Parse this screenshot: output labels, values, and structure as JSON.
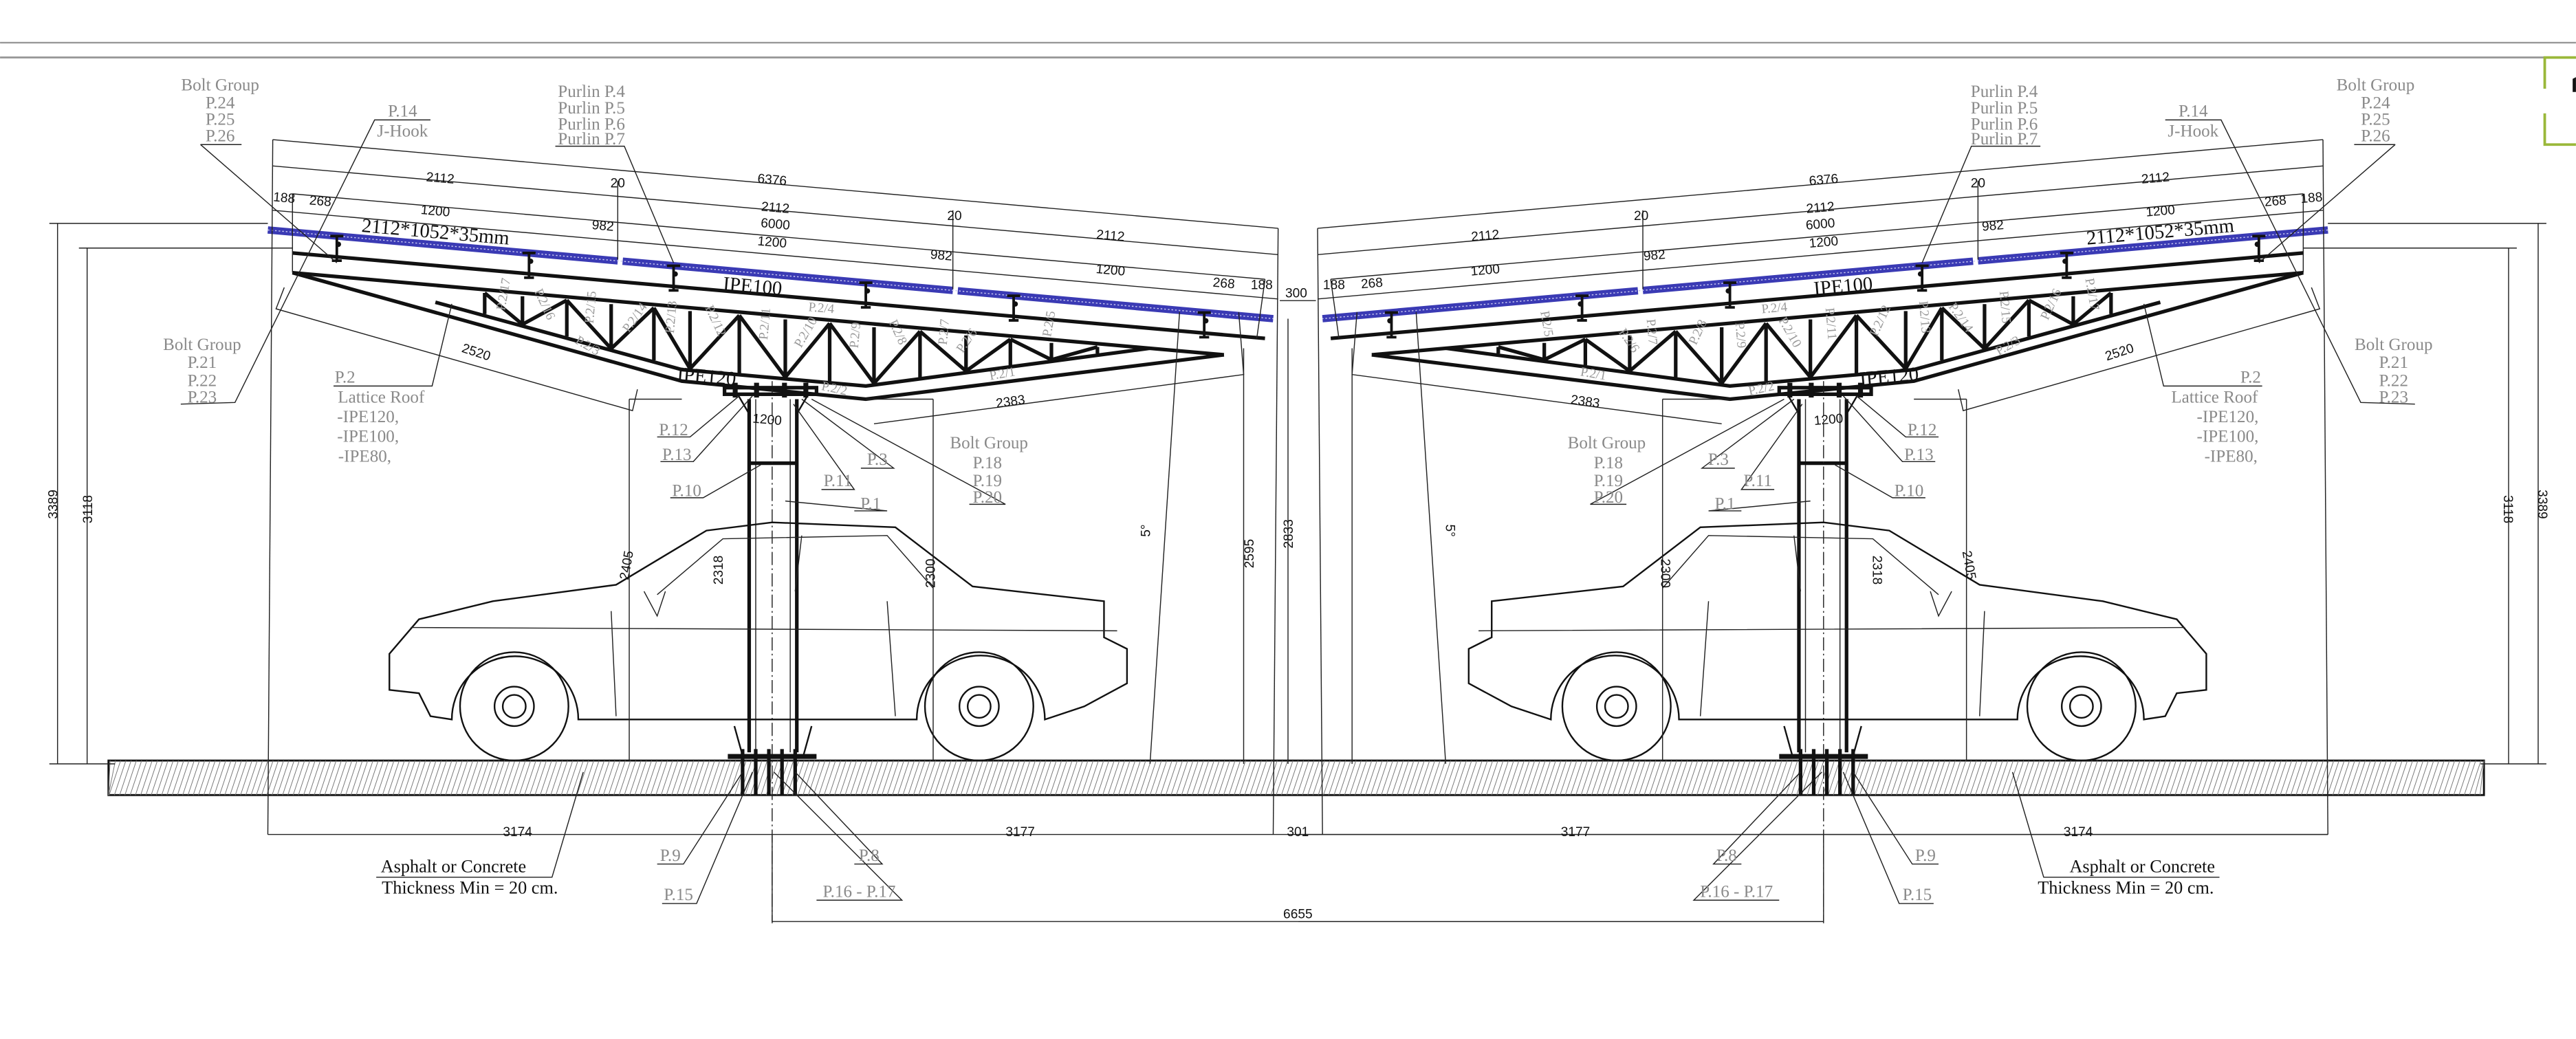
{
  "colors": {
    "panel": "#3a3ab4",
    "labels": "#8a8a8a",
    "frame_accent": "#9ab83a",
    "lines": "#111111"
  },
  "left": {
    "bolt_group_top": [
      "Bolt Group",
      "P.24",
      "P.25",
      "P.26"
    ],
    "j_hook": [
      "P.14",
      "J-Hook"
    ],
    "purlins": [
      "Purlin P.4",
      "Purlin P.5",
      "Purlin P.6",
      "Purlin P.7"
    ],
    "bolt_group_end": [
      "Bolt Group",
      "P.21",
      "P.22",
      "P.23"
    ],
    "lattice": [
      "P.2",
      "Lattice Roof",
      "-IPE120,",
      "-IPE100,",
      "-IPE80,"
    ],
    "bolt_group_mid": [
      "Bolt Group",
      "P.18",
      "P.19",
      "P.20"
    ],
    "parts": {
      "p12": "P.12",
      "p13": "P.13",
      "p10": "P.10",
      "p11": "P.11",
      "p3": "P.3",
      "p1": "P.1",
      "p9": "P.9",
      "p15": "P.15",
      "p16_17": "P.16 - P.17",
      "p8": "P.8"
    },
    "panel": "2112*1052*35mm",
    "top_chord": "IPE100",
    "bottom_chord": "IPE120",
    "members": [
      "P.2/1",
      "P.2/2",
      "P.2/3",
      "P.2/4",
      "P.2/5",
      "P.2/6",
      "P.2/7",
      "P.2/8",
      "P.2/9",
      "P.2/10",
      "P.2/11",
      "P.2/12",
      "P.2/13",
      "P.2/14",
      "P.2/15",
      "P.2/16",
      "P.2/17"
    ],
    "dims": {
      "overall": "6376",
      "panel_a": "2112",
      "panel_b": "2112",
      "panel_c": "2112",
      "purlin_span": "6000",
      "purlin_a": "1200",
      "purlin_b": "1200",
      "purlin_c": "1200",
      "gap_a": "982",
      "gap_b": "982",
      "joint_a": "20",
      "joint_b": "20",
      "edge_a": "188",
      "edge_b": "268",
      "edge_c": "268",
      "edge_d": "188",
      "lower_a": "2520",
      "lower_b": "2383",
      "plate": "1200",
      "h_a": "2405",
      "h_b": "2318",
      "h_c": "2300",
      "angle": "5°",
      "total_h": "3389",
      "eave_h": "3118",
      "bay": "3174",
      "column_span": "3177"
    },
    "ground": [
      "Asphalt or Concrete",
      "Thickness Min = 20 cm."
    ]
  },
  "right": {
    "bolt_group_top": [
      "Bolt Group",
      "P.24",
      "P.25",
      "P.26"
    ],
    "j_hook": [
      "P.14",
      "J-Hook"
    ],
    "purlins": [
      "Purlin P.4",
      "Purlin P.5",
      "Purlin P.6",
      "Purlin P.7"
    ],
    "bolt_group_end": [
      "Bolt Group",
      "P.21",
      "P.22",
      "P.23"
    ],
    "lattice": [
      "P.2",
      "Lattice Roof",
      "-IPE120,",
      "-IPE100,",
      "-IPE80,"
    ],
    "bolt_group_mid": [
      "Bolt Group",
      "P.18",
      "P.19",
      "P.20"
    ],
    "parts": {
      "p12": "P.12",
      "p13": "P.13",
      "p10": "P.10",
      "p11": "P.11",
      "p3": "P.3",
      "p1": "P.1",
      "p9": "P.9",
      "p15": "P.15",
      "p16_17": "P.16 - P.17",
      "p8": "P.8"
    },
    "panel": "2112*1052*35mm",
    "top_chord": "IPE100",
    "bottom_chord": "IPE120",
    "members": [
      "P.2/1",
      "P.2/2",
      "P.2/3",
      "P.2/4",
      "P.2/5",
      "P.2/6",
      "P.2/7",
      "P.2/8",
      "P.2/9",
      "P.2/10",
      "P.2/11",
      "P.2/12",
      "P.2/13",
      "P.2/14",
      "P.2/15",
      "P.2/16",
      "P.2/17"
    ],
    "dims": {
      "overall": "6376",
      "panel_a": "2112",
      "panel_b": "2112",
      "panel_c": "2112",
      "purlin_span": "6000",
      "purlin_a": "1200",
      "purlin_b": "1200",
      "purlin_c": "1200",
      "gap_a": "982",
      "gap_b": "982",
      "joint_a": "20",
      "joint_b": "20",
      "edge_a": "188",
      "edge_b": "268",
      "edge_c": "268",
      "edge_d": "188",
      "lower_a": "2520",
      "lower_b": "2383",
      "plate": "1200",
      "h_a": "2405",
      "h_b": "2318",
      "h_c": "2300",
      "angle": "5°",
      "total_h": "3389",
      "eave_h": "3118",
      "bay": "3174",
      "column_span": "3177"
    },
    "ground": [
      "Asphalt or Concrete",
      "Thickness Min = 20 cm."
    ]
  },
  "center": {
    "gap_top": "300",
    "gap_bottom": "301",
    "span": "6655",
    "height_a": "2833",
    "height_b": "2595"
  }
}
